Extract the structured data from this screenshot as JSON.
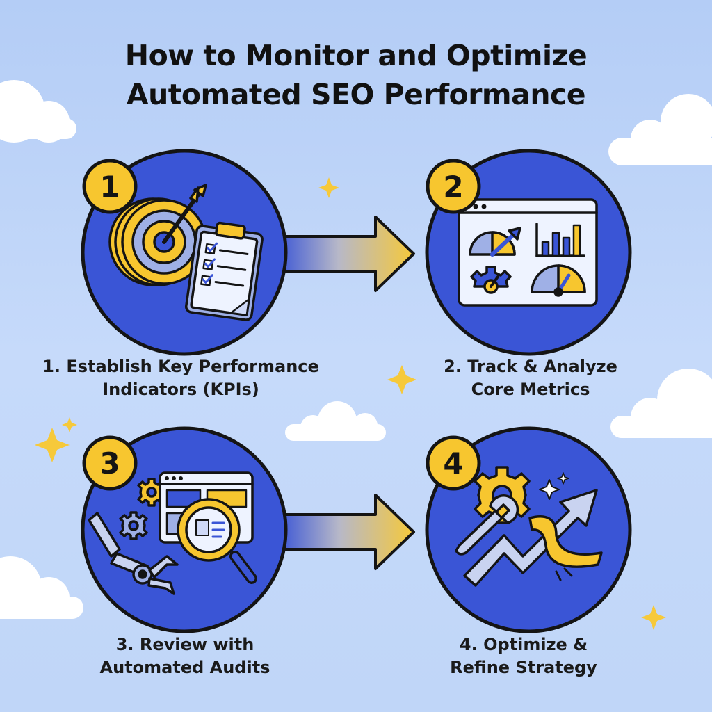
{
  "title": {
    "line1": "How to Monitor and Optimize",
    "line2": "Automated SEO Performance"
  },
  "steps": [
    {
      "number": "1",
      "label_line1": "1. Establish Key Performance",
      "label_line2": "Indicators (KPIs)",
      "icon": "target-clipboard-icon"
    },
    {
      "number": "2",
      "label_line1": "2. Track & Analyze",
      "label_line2": "Core Metrics",
      "icon": "dashboard-gauges-icon"
    },
    {
      "number": "3",
      "label_line1": "3. Review with",
      "label_line2": "Automated Audits",
      "icon": "robot-magnifier-audit-icon"
    },
    {
      "number": "4",
      "label_line1": "4. Optimize &",
      "label_line2": "Refine Strategy",
      "icon": "wrench-gear-arrow-icon"
    }
  ],
  "colors": {
    "background": "#bcd3f8",
    "circle_fill": "#3a55d6",
    "badge_fill": "#f7c62f",
    "accent_yellow": "#f6c93a",
    "outline": "#141414",
    "panel": "#eef3ff"
  }
}
